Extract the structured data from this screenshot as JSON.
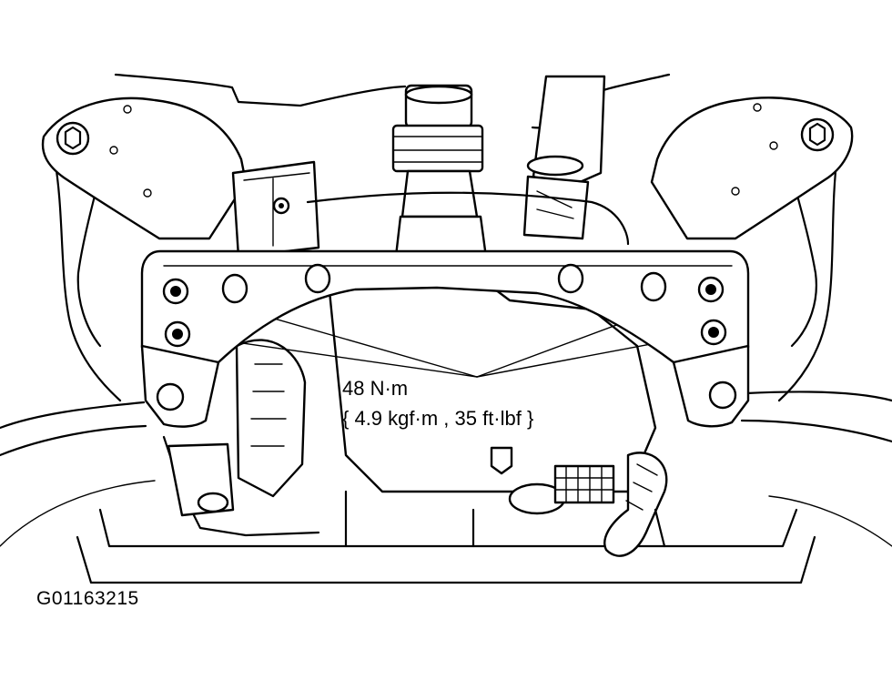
{
  "figure": {
    "torque_spec": {
      "primary": "48 N·m",
      "secondary": "{ 4.9 kgf·m , 35 ft·lbf }"
    },
    "figure_id": "G01163215"
  }
}
